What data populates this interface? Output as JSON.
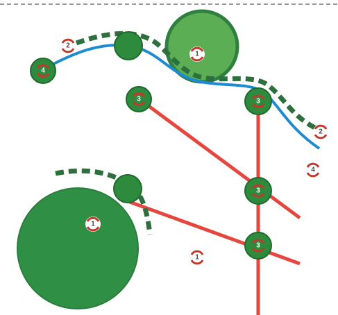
{
  "colors": {
    "route_red": "#e5463e",
    "route_blue": "#1d8ad1",
    "boundary_dash": "#2e6f3e",
    "node_fill": "#2e8b3e",
    "node_stroke": "#1f6a2c",
    "zone_fill": "#2f8f45",
    "zone_light": "#5cae55",
    "badge_red": "#c0392b",
    "top_border": "#9a9a9a"
  },
  "icons": {
    "node": "circle-node",
    "badge": "circular-arrows-icon"
  },
  "labels": {
    "big_zone": "1",
    "top_zone": "1",
    "free_1": "1",
    "free_2_top": "2",
    "free_2_right": "2",
    "free_4_right": "4",
    "node_4": "4",
    "node_3_a": "3",
    "node_3_b": "3",
    "node_3_c": "3",
    "node_3_d": "3"
  }
}
